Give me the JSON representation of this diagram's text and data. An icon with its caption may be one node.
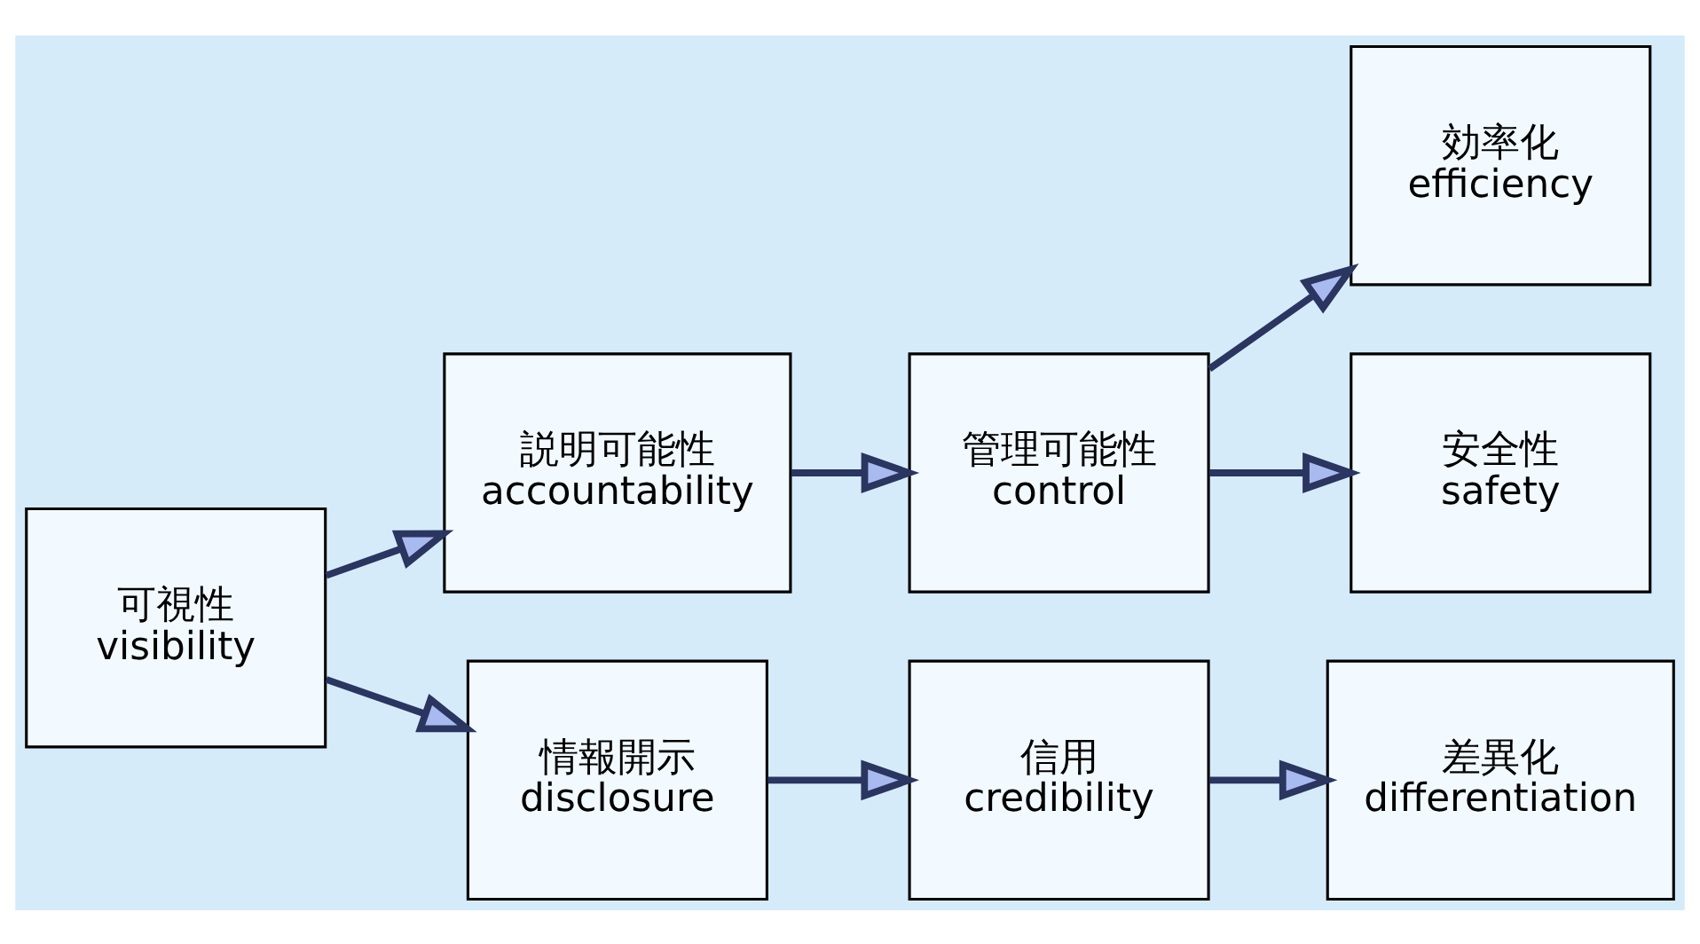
{
  "diagram": {
    "nodes": [
      {
        "text": [
          "可視性",
          "visibility"
        ]
      },
      {
        "text": [
          "説明可能性",
          "accountability"
        ]
      },
      {
        "text": [
          "情報開示",
          "disclosure"
        ]
      },
      {
        "text": [
          "管理可能性",
          "control"
        ]
      },
      {
        "text": [
          "信用",
          "credibility"
        ]
      },
      {
        "text": [
          "効率化",
          "efficiency"
        ]
      },
      {
        "text": [
          "安全性",
          "safety"
        ]
      },
      {
        "text": [
          "差異化",
          "differentiation"
        ]
      }
    ],
    "edges": [
      {
        "from": 0,
        "to": 1,
        "arrow": "to"
      },
      {
        "from": 0,
        "to": 2,
        "arrow": "to"
      },
      {
        "from": 1,
        "to": 3,
        "arrow": "to"
      },
      {
        "from": 2,
        "to": 4,
        "arrow": "to"
      },
      {
        "from": 3,
        "to": 5,
        "arrow": "to"
      },
      {
        "from": 3,
        "to": 6,
        "arrow": "to"
      },
      {
        "from": 4,
        "to": 7,
        "arrow": "to"
      }
    ]
  }
}
